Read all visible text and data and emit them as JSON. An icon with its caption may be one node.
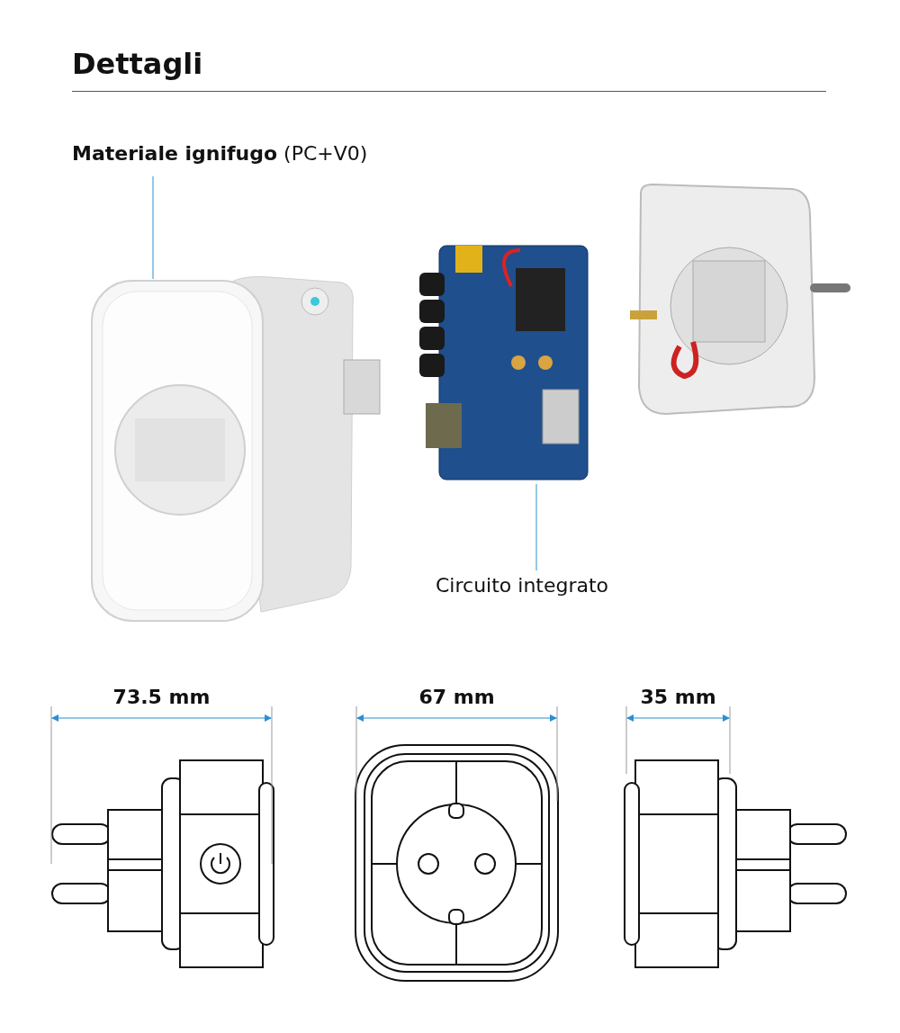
{
  "diagram": {
    "title": "Dettagli",
    "nodes": [
      {
        "text": [
          "**Materiale ignifugo** (PC+V0)"
        ]
      },
      {
        "text": [],
        "shape": "picture"
      },
      {
        "text": [],
        "shape": "picture"
      },
      {
        "text": [
          "Circuito integrato"
        ]
      }
    ],
    "edges": [
      {
        "from": 0,
        "to": 1,
        "arrow": "none"
      },
      {
        "from": 3,
        "to": 2,
        "arrow": "none"
      }
    ],
    "labels": [
      "73.5 mm",
      "67 mm",
      "35 mm"
    ]
  }
}
